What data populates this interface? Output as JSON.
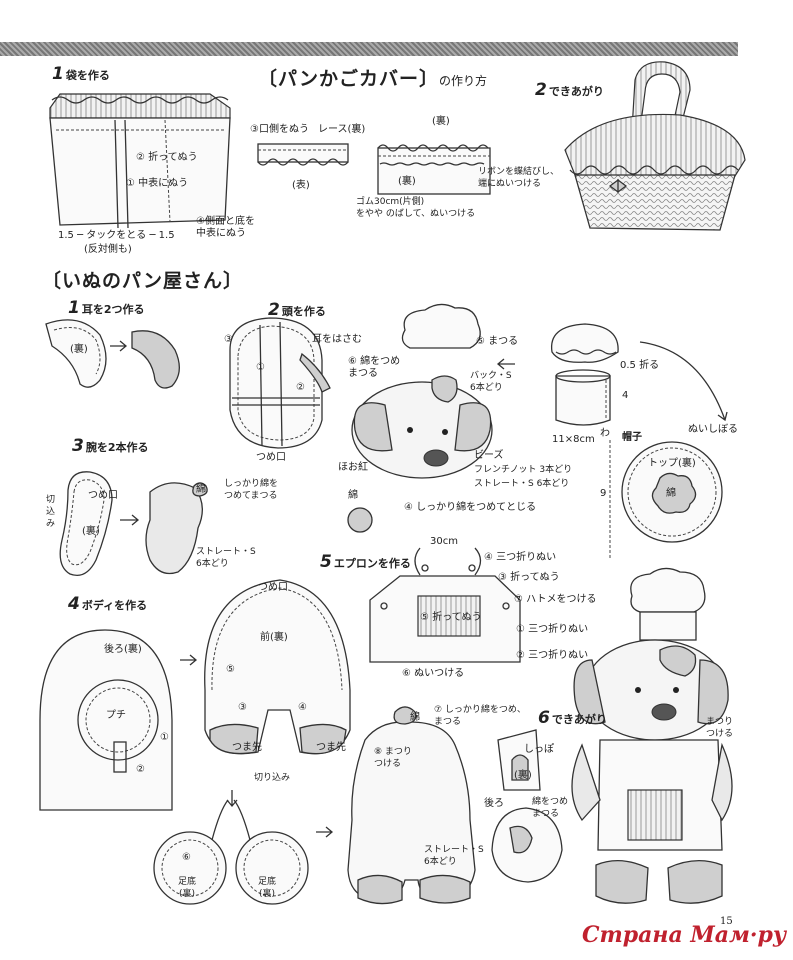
{
  "section1": {
    "title": "〔パンかごカバー〕",
    "title_sub": "の作り方",
    "step1": {
      "num": "1",
      "label": "袋を作る"
    },
    "step2": {
      "num": "2",
      "label": "できあがり"
    },
    "labels": {
      "kuchi": "③口側をぬう",
      "lace": "レース(裏)",
      "ura_top": "(裏)",
      "omote": "(表)",
      "ura_mid": "(裏)",
      "gomu": "ゴム30cm(片側)\nをやや のばして、ぬいつける",
      "oru": "② 折ってぬう",
      "nakaomote": "① 中表にぬう",
      "sokumen": "④側面と底を\n中表にぬう",
      "tuck": "1.5 ─ タックをとる ─ 1.5",
      "hantai": "(反対側も)",
      "ribbon": "リボンを蝶結びし、\n端にぬいつける"
    }
  },
  "section2": {
    "title": "〔いぬのパン屋さん〕",
    "steps": {
      "ear": {
        "num": "1",
        "label": "耳を2つ作る"
      },
      "head": {
        "num": "2",
        "label": "頭を作る"
      },
      "arm": {
        "num": "3",
        "label": "腕を2本作る"
      },
      "body": {
        "num": "4",
        "label": "ボディを作る"
      },
      "apron": {
        "num": "5",
        "label": "エプロンを作る"
      },
      "done": {
        "num": "6",
        "label": "できあがり"
      }
    },
    "labels": {
      "ear_ura": "(裏)",
      "h3": "③",
      "mimi": "耳をはさむ",
      "h1": "①",
      "h2": "②",
      "tsumeguchi_head": "つめ口",
      "h_wata": "⑥ 綿をつめ\nまつる",
      "h_matsuru": "⑤ まつる",
      "back_s": "バック・S\n6本どり",
      "hoobeni": "ほお紅",
      "beads": "ビーズ",
      "french": "フレンチノット 3本どり",
      "straight": "ストレート・S 6本どり",
      "wata": "綿",
      "h4": "④ しっかり綿をつめてとじる",
      "oru05": "0.5 折る",
      "four": "4",
      "size": "11×8cm",
      "wa": "わ",
      "boushi": "帽子",
      "nuishibori": "ぬいしぼる",
      "top_ura": "トップ(裏)",
      "nine": "9",
      "top_wata": "綿",
      "kiri": "切\n込\nみ",
      "tsumeguchi_arm": "つめ口",
      "arm_ura": "(裏)",
      "arm_wata": "綿",
      "arm_shikkari": "しっかり綿を\nつめてまつる",
      "arm_straight": "ストレート・S\n6本どり",
      "a30": "30cm",
      "a4": "④ 三つ折りぬい",
      "a3": "③ 折ってぬう",
      "a7": "⑦ ハトメをつける",
      "a1": "① 三つ折りぬい",
      "a2": "② 三つ折りぬい",
      "a5": "⑤ 折ってぬう",
      "a6": "⑥ ぬいつける",
      "ushiro_ura": "後ろ(裏)",
      "puchi": "プチ",
      "b1": "①",
      "b2": "②",
      "tsumeguchi_body": "つめ口",
      "mae": "前(裏)",
      "b5": "⑤",
      "b3": "③",
      "b4": "④",
      "tsumasaki1": "つま先",
      "tsumasaki2": "つま先",
      "kirikomi": "切り込み",
      "b6": "⑥",
      "soko1": "足底\n(裏)",
      "soko2": "足底\n(裏)",
      "wata_body": "綿",
      "b7": "⑦ しっかり綿をつめ、\nまつる",
      "b8": "⑧ まつり\nつける",
      "b_straight": "ストレート・S\n6本どり",
      "shippo": "しっぽ",
      "tail_ura": "(裏)",
      "ushiro": "後ろ",
      "tail_wata": "綿をつめ\nまつる",
      "matsuri": "まつり\nつける"
    }
  },
  "page_number": "15",
  "watermark": "Страна Мам·ру"
}
